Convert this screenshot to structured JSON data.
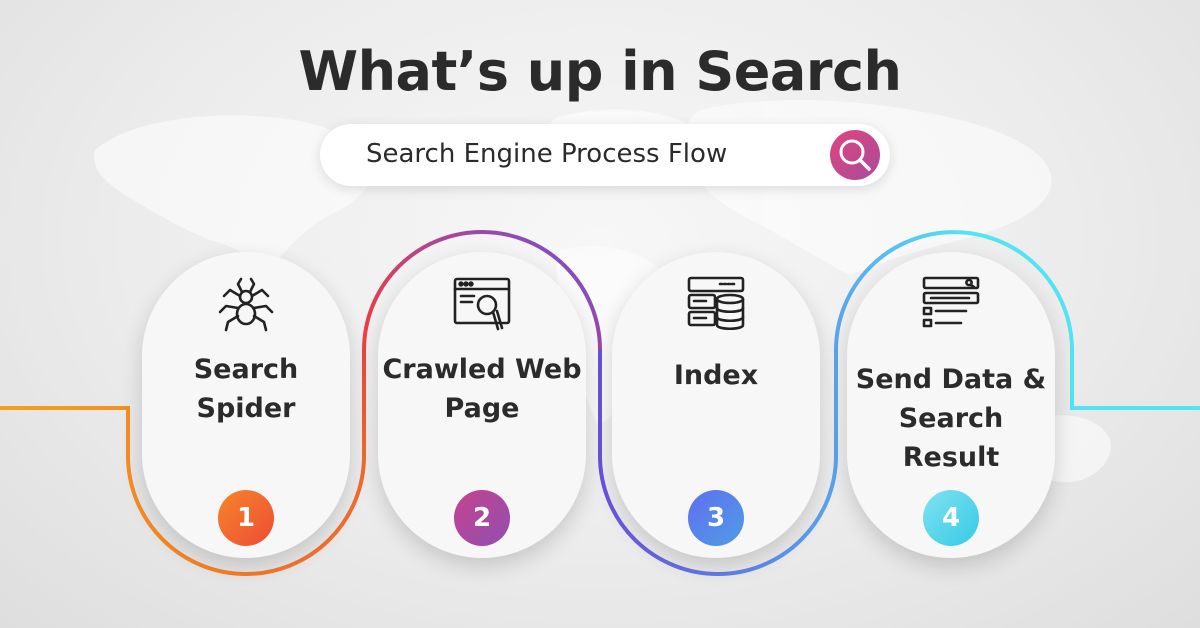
{
  "header": {
    "title": "What’s up in Search"
  },
  "search": {
    "label": "Search Engine Process Flow",
    "icon": "search-icon"
  },
  "steps": [
    {
      "label": "Search Spider",
      "number": "1",
      "icon": "spider-icon",
      "color": "#f36b2f"
    },
    {
      "label": "Crawled Web Page",
      "number": "2",
      "icon": "webpage-magnifier-icon",
      "color": "#b44da0"
    },
    {
      "label": "Index",
      "number": "3",
      "icon": "server-database-icon",
      "color": "#5a62dc"
    },
    {
      "label": "Send Data & Search Result",
      "number": "4",
      "icon": "search-results-icon",
      "color": "#47d4e9"
    }
  ],
  "colors": {
    "orange": "#f7a11a",
    "red": "#ef3b45",
    "purple": "#6a52e0",
    "cyan": "#52e4f2"
  }
}
